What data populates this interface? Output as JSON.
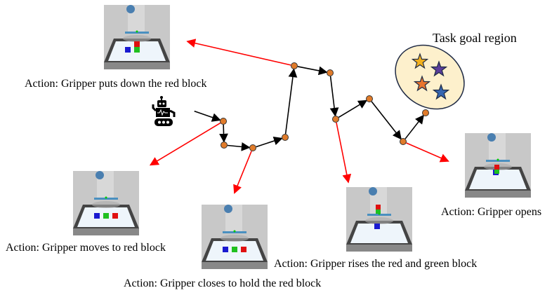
{
  "goal_label": "Task goal region",
  "actions": [
    {
      "label": "Action: Gripper puts down the red block",
      "blocks": [
        {
          "c": "#1a1ad0",
          "stack": 1
        },
        {
          "c": "#20c020",
          "stack": 1,
          "top": "#e01010"
        }
      ]
    },
    {
      "label": "Action: Gripper moves to red block",
      "blocks": [
        {
          "c": "#1a1ad0",
          "stack": 1
        },
        {
          "c": "#20c020",
          "stack": 1
        },
        {
          "c": "#e01010",
          "stack": 1
        }
      ]
    },
    {
      "label": "Action: Gripper closes to hold the red block",
      "blocks": [
        {
          "c": "#1a1ad0",
          "stack": 1
        },
        {
          "c": "#20c020",
          "stack": 1
        },
        {
          "c": "#e01010",
          "stack": 1
        }
      ]
    },
    {
      "label": "Action: Gripper rises the red and green block",
      "blocks": [
        {
          "c": "#1a1ad0",
          "stack": 1,
          "lift": true
        }
      ]
    },
    {
      "label": "Action: Gripper opens",
      "blocks": [
        {
          "c": "#1a1ad0",
          "stack": 1,
          "lift": true
        }
      ]
    }
  ],
  "colors": {
    "node": "#e07b2a",
    "action_arrow": "#ff0000",
    "path_arrow": "#000000",
    "goal_fill": "#fdf0cc",
    "goal_stroke": "#1f2a44"
  },
  "stars": [
    "#f2b01e",
    "#5a3d9a",
    "#e87530",
    "#3565b0"
  ]
}
